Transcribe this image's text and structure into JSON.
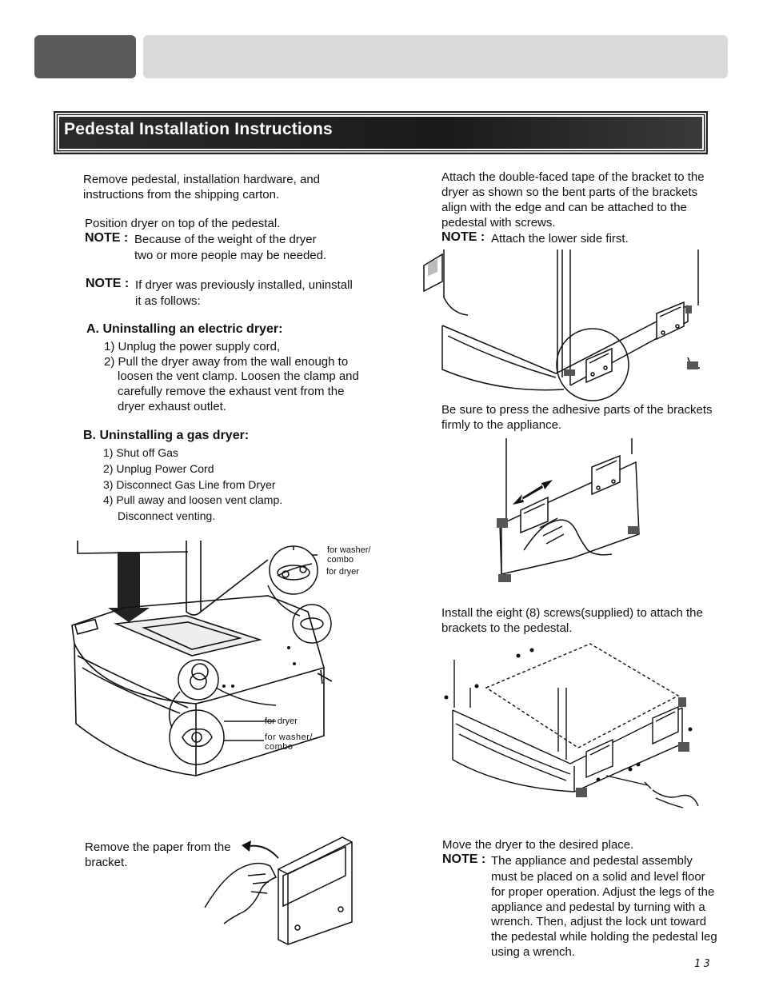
{
  "header": {
    "section_title": "Pedestal Installation Instructions",
    "page_number": "13"
  },
  "left": {
    "remove_pedestal": [
      "Remove pedestal, installation hardware, and",
      "instructions from the shipping carton."
    ],
    "position": "Position dryer on top of the pedestal.",
    "note1_label": "NOTE :",
    "note1_lines": [
      "Because of the weight of the dryer",
      "two or more people may be needed."
    ],
    "note2_label": "NOTE :",
    "note2_lines": [
      "If dryer was previously installed, uninstall",
      "it as follows:"
    ],
    "section_a_title": "A. Uninstalling an electric dryer:",
    "section_a_steps": [
      "1) Unplug the power supply cord,",
      "2) Pull the dryer away from the wall enough to",
      "loosen the vent clamp. Loosen the clamp and",
      "carefully remove the exhaust vent from the",
      "dryer exhaust outlet."
    ],
    "section_b_title": "B. Uninstalling a gas dryer:",
    "section_b_steps": [
      "1) Shut off Gas",
      "2) Unplug Power Cord",
      "3) Disconnect Gas Line from Dryer",
      "4) Pull away and loosen vent clamp.",
      "Disconnect venting."
    ],
    "fig1_labels": {
      "washer_top": [
        "for washer/",
        "combo"
      ],
      "dryer_top": "for dryer",
      "dryer_bottom": "for dryer",
      "washer_bottom": [
        "for washer/",
        "combo"
      ]
    },
    "remove_paper": [
      "Remove the paper from the",
      "bracket."
    ]
  },
  "right": {
    "attach_tape": [
      "Attach the double-faced tape of the bracket to the",
      "dryer as shown so the bent parts of the brackets",
      "align with the edge and can be attached to the",
      "pedestal with screws."
    ],
    "note3_label": "NOTE :",
    "note3_text": "Attach the lower side first.",
    "press": [
      "Be sure to press the adhesive parts of  the brackets",
      "firmly to the appliance."
    ],
    "install_screws": [
      "Install the eight (8) screws(supplied) to attach the",
      "brackets to the pedestal."
    ],
    "move": "Move the dryer to the desired place.",
    "note4_label": "NOTE :",
    "note4_lines": [
      "The appliance and pedestal assembly",
      "must be placed on a solid and level floor",
      "for proper operation. Adjust the legs of the",
      "appliance and pedestal by turning with a",
      "wrench. Then, adjust the lock unt toward",
      "the pedestal while holding the pedestal leg",
      "using a wrench."
    ]
  }
}
